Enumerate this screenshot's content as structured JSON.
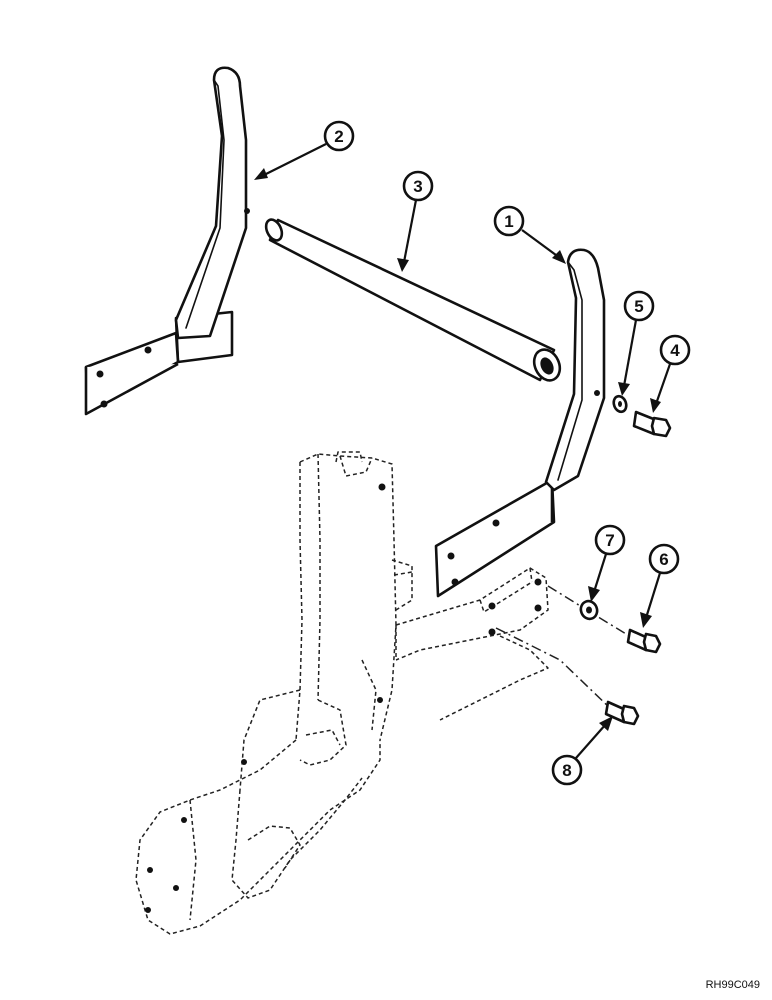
{
  "callouts": [
    {
      "number": "1"
    },
    {
      "number": "2"
    },
    {
      "number": "3"
    },
    {
      "number": "4"
    },
    {
      "number": "5"
    },
    {
      "number": "6"
    },
    {
      "number": "7"
    },
    {
      "number": "8"
    }
  ],
  "figure_code": "RH99C049"
}
